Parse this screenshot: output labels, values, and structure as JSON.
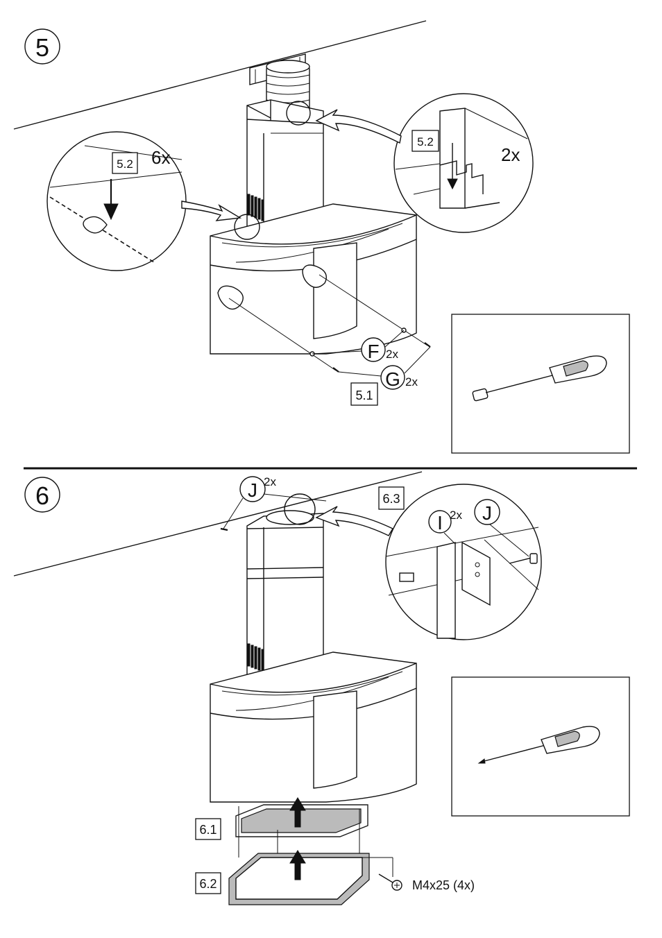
{
  "step5": {
    "number": "5",
    "labels": {
      "substep_5_1": "5.1",
      "substep_5_2_left": "5.2",
      "substep_5_2_right": "5.2",
      "qty_left": "6x",
      "qty_right": "2x",
      "part_f": "F",
      "part_f_qty": "2x",
      "part_g": "G",
      "part_g_qty": "2x"
    },
    "tool": "socket-driver-icon"
  },
  "step6": {
    "number": "6",
    "labels": {
      "part_j": "J",
      "part_j_qty": "2x",
      "substep_6_3": "6.3",
      "part_i": "I",
      "part_i_qty": "2x",
      "part_j_detail": "J",
      "substep_6_1": "6.1",
      "substep_6_2": "6.2",
      "screw_spec": "M4x25 (4x)"
    },
    "tool": "phillips-screwdriver-icon"
  }
}
